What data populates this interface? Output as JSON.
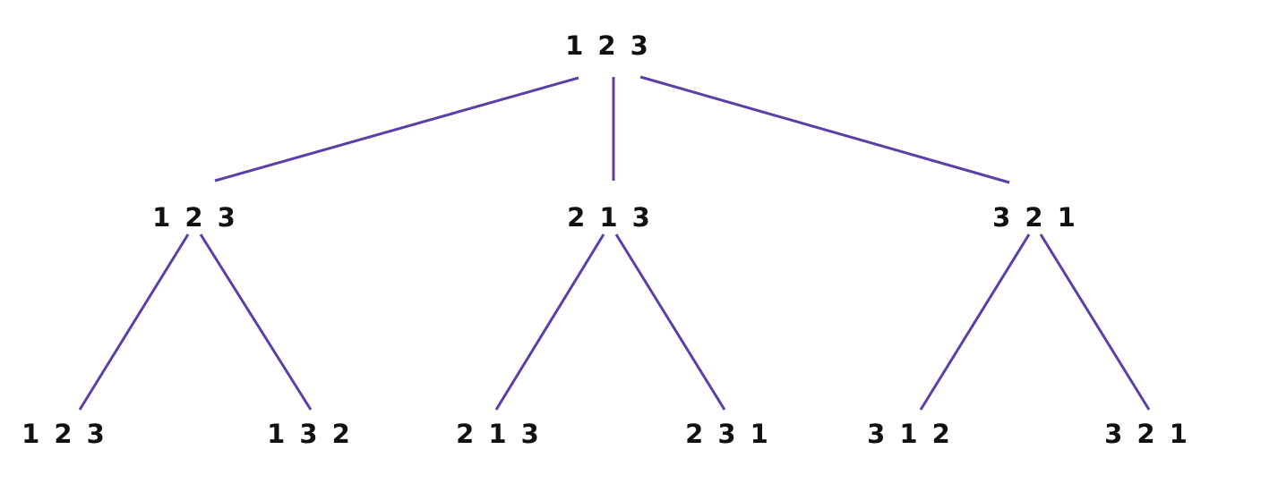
{
  "tree": {
    "root": {
      "label": "1 2 3"
    },
    "level1": [
      {
        "label": "1 2 3"
      },
      {
        "label": "2 1 3"
      },
      {
        "label": "3 2 1"
      }
    ],
    "level2": [
      {
        "label": "1 2 3"
      },
      {
        "label": "1 3 2"
      },
      {
        "label": "2 1 3"
      },
      {
        "label": "2 3 1"
      },
      {
        "label": "3 1 2"
      },
      {
        "label": "3 2 1"
      }
    ]
  },
  "colors": {
    "edge": "#5b3fa6",
    "text": "#111111"
  }
}
